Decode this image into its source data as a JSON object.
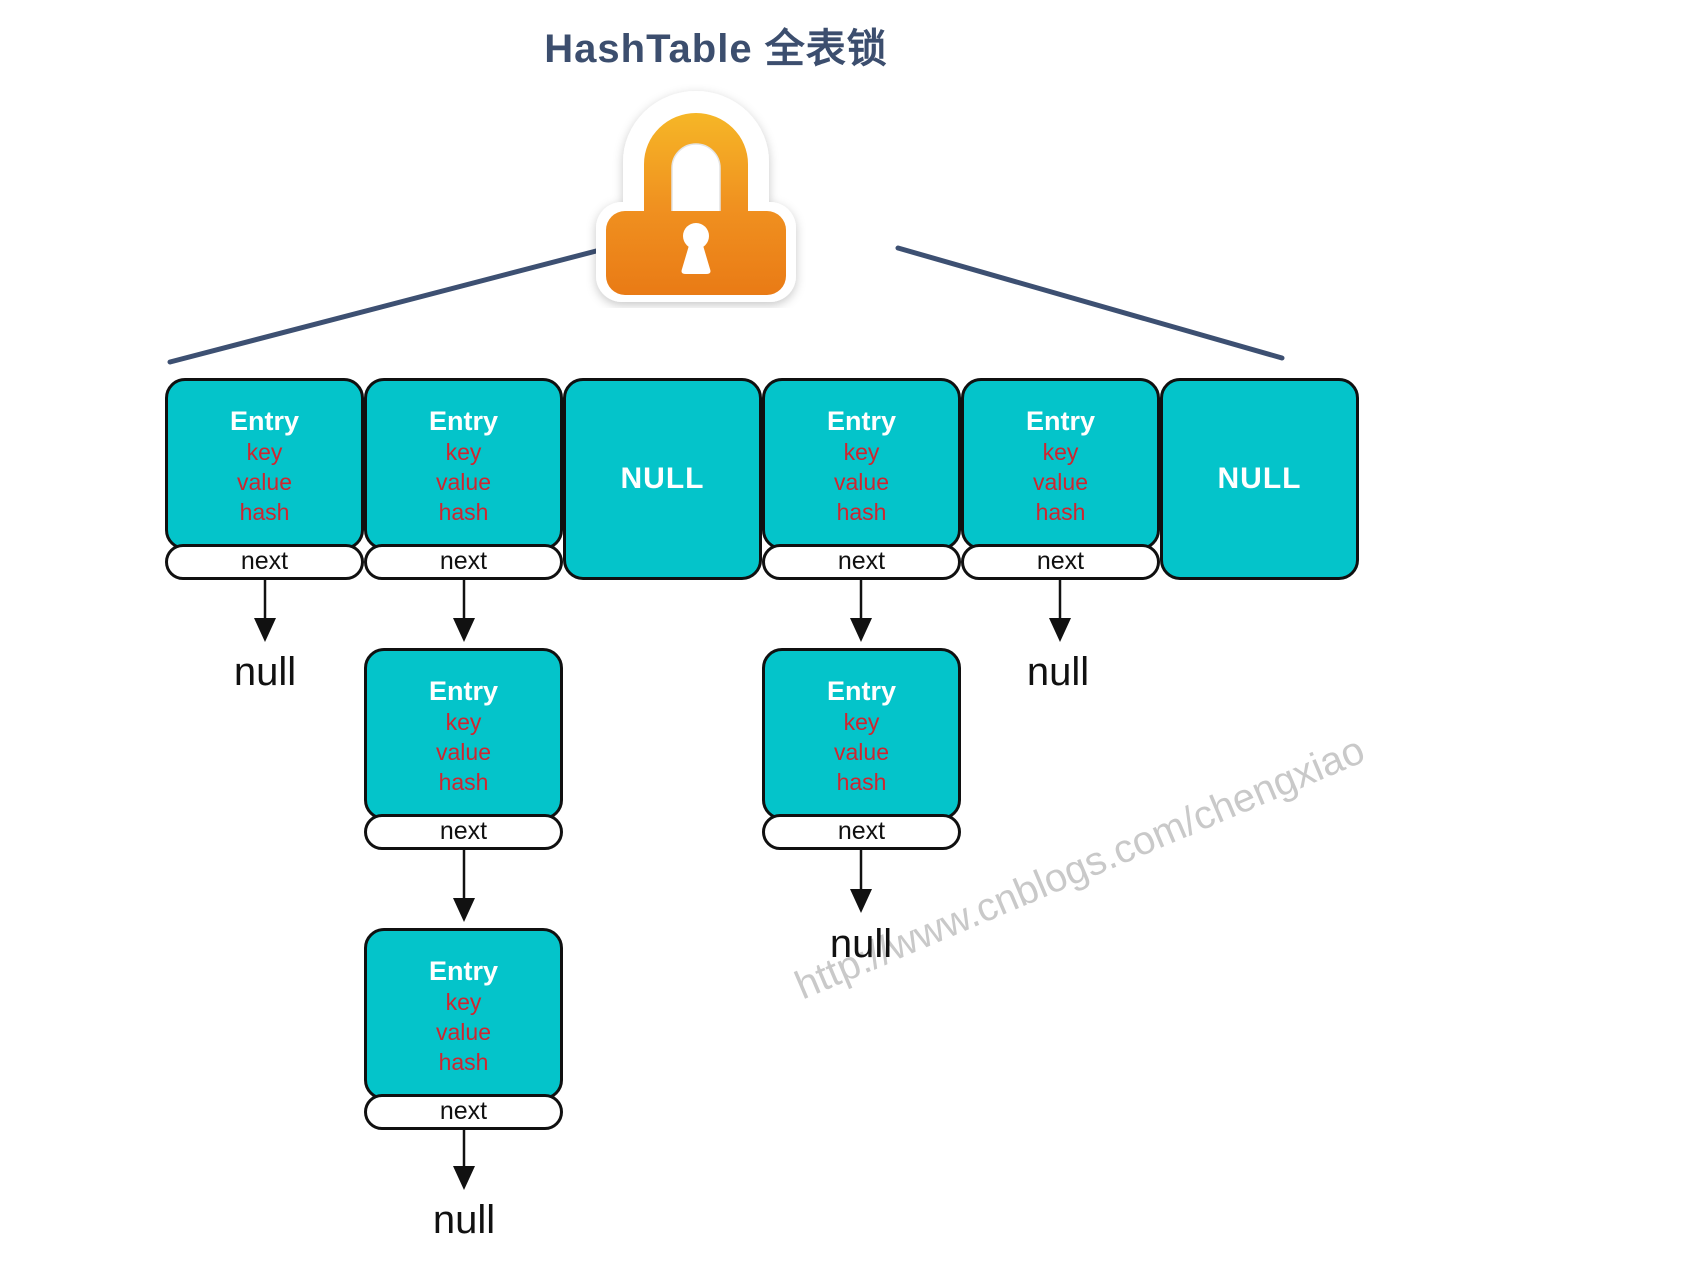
{
  "title": "HashTable 全表锁",
  "watermark": "http://www.cnblogs.com/chengxiao",
  "colors": {
    "teal": "#04C4CA",
    "red": "#D0252F",
    "navy": "#3C4E6E",
    "lock_orange_top": "#F7BE28",
    "lock_orange_bottom": "#E97A15"
  },
  "entry_template": {
    "title": "Entry",
    "fields": [
      "key",
      "value",
      "hash"
    ],
    "next_label": "next"
  },
  "null_bucket_label": "NULL",
  "null_ref_label": "null",
  "structure": {
    "buckets": [
      {
        "index": 0,
        "type": "entry",
        "chain": [
          "Entry",
          "null"
        ]
      },
      {
        "index": 1,
        "type": "entry",
        "chain": [
          "Entry",
          "Entry",
          "Entry",
          "null"
        ]
      },
      {
        "index": 2,
        "type": "null",
        "chain": [
          "NULL"
        ]
      },
      {
        "index": 3,
        "type": "entry",
        "chain": [
          "Entry",
          "Entry",
          "null"
        ]
      },
      {
        "index": 4,
        "type": "entry",
        "chain": [
          "Entry",
          "null"
        ]
      },
      {
        "index": 5,
        "type": "null",
        "chain": [
          "NULL"
        ]
      }
    ]
  }
}
